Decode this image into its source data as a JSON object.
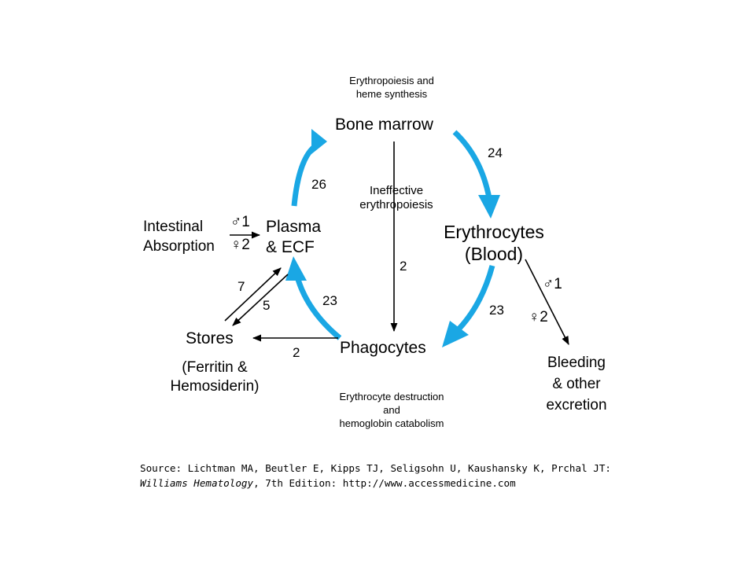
{
  "diagram": {
    "nodes": {
      "bone_marrow": "Bone marrow",
      "erythrocytes_line1": "Erythrocytes",
      "erythrocytes_line2": "(Blood)",
      "plasma_line1": "Plasma",
      "plasma_line2": "& ECF",
      "phagocytes": "Phagocytes",
      "stores": "Stores",
      "stores_sub_line1": "(Ferritin &",
      "stores_sub_line2": "Hemosiderin)",
      "intestinal_line1": "Intestinal",
      "intestinal_line2": "Absorption",
      "bleeding_line1": "Bleeding",
      "bleeding_line2": "& other",
      "bleeding_line3": "excretion"
    },
    "notes": {
      "top_line1": "Erythropoiesis and",
      "top_line2": "heme synthesis",
      "ineffective_line1": "Ineffective",
      "ineffective_line2": "erythropoiesis",
      "bottom_line1": "Erythrocyte destruction",
      "bottom_line2": "and",
      "bottom_line3": "hemoglobin catabolism"
    },
    "flows": {
      "marrow_to_erythrocytes": "24",
      "plasma_to_marrow": "26",
      "erythrocytes_to_phagocytes": "23",
      "phagocytes_to_plasma": "23",
      "ineffective": "2",
      "phagocytes_to_stores": "2",
      "plasma_to_stores": "7",
      "stores_to_plasma": "5",
      "absorption_male": "♂1",
      "absorption_female": "♀2",
      "bleeding_male": "♂1",
      "bleeding_female": "♀2"
    },
    "colors": {
      "cycle_arrow": "#1aa7e4",
      "line": "#000000"
    }
  },
  "source": {
    "line1": "Source: Lichtman MA, Beutler E, Kipps TJ, Seligsohn U, Kaushansky K, Prchal JT:",
    "line2_italic": "Williams Hematology",
    "line2_rest": ", 7th Edition: http://www.accessmedicine.com"
  }
}
